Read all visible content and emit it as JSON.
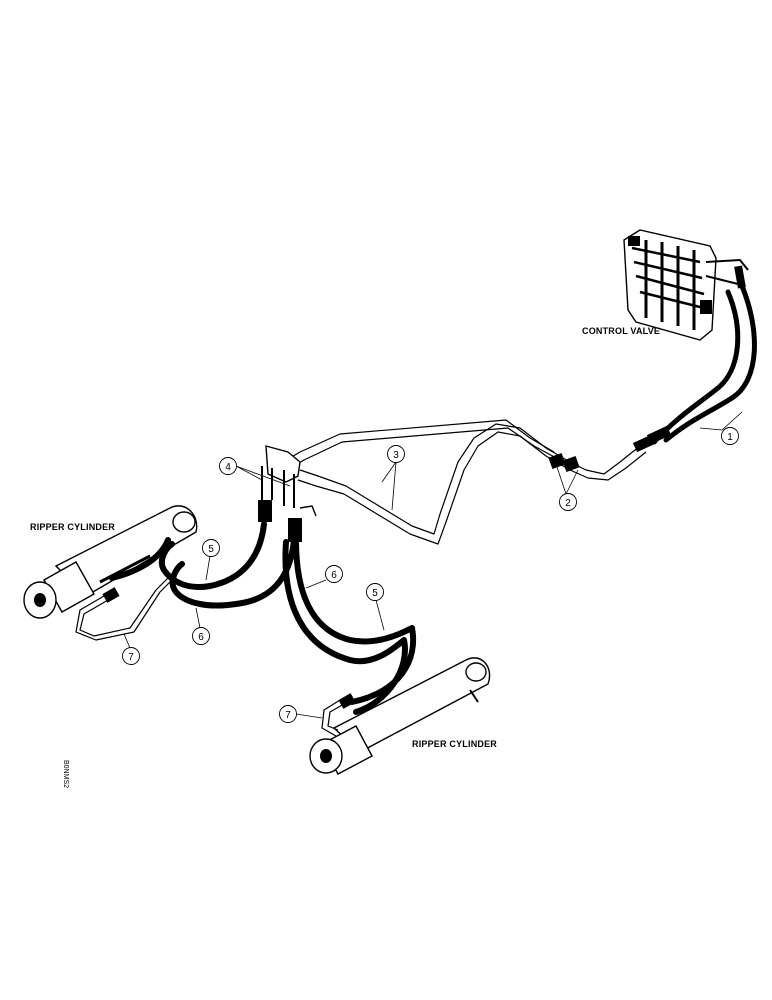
{
  "labels": {
    "control_valve": "CONTROL VALVE",
    "ripper_cylinder_left": "RIPPER CYLINDER",
    "ripper_cylinder_right": "RIPPER CYLINDER",
    "figure_code": "B0NMS2"
  },
  "callouts": {
    "c1": "1",
    "c2": "2",
    "c3": "3",
    "c4": "4",
    "c5a": "5",
    "c5b": "5",
    "c6a": "6",
    "c6b": "6",
    "c7a": "7",
    "c7b": "7"
  }
}
